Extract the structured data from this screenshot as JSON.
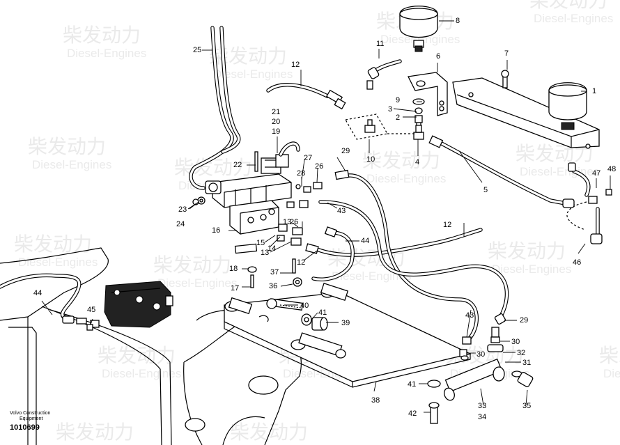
{
  "watermark": {
    "brand": "柴发动力",
    "sub": "Diesel-Engines"
  },
  "footer": {
    "line1": "Volvo Construction",
    "line2": "Equipment",
    "drawing_no": "1010699"
  },
  "callouts": [
    "1",
    "2",
    "3",
    "4",
    "5",
    "6",
    "7",
    "8",
    "9",
    "10",
    "11",
    "12",
    "12",
    "12",
    "13",
    "13",
    "14",
    "15",
    "16",
    "17",
    "18",
    "19",
    "20",
    "21",
    "22",
    "23",
    "24",
    "25",
    "26",
    "26",
    "27",
    "28",
    "29",
    "29",
    "30",
    "30",
    "31",
    "32",
    "33",
    "34",
    "35",
    "36",
    "37",
    "38",
    "39",
    "40",
    "41",
    "41",
    "42",
    "43",
    "43",
    "44",
    "44",
    "45",
    "46",
    "47",
    "48"
  ]
}
